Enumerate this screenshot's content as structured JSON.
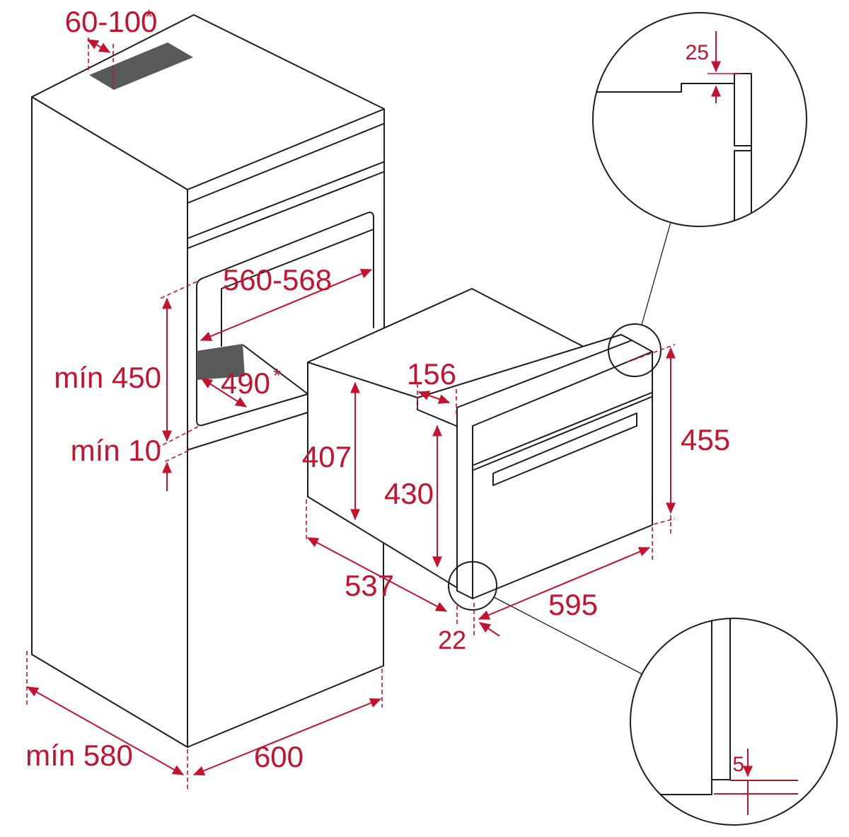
{
  "diagram": {
    "type": "installation-dimension-diagram",
    "subject": "built-in compact oven in tall cabinet niche",
    "accent_color": "#C4122F",
    "line_color": "#1D1D1F",
    "shade_color": "#58595B",
    "footnote_mark": "*",
    "dimensions": {
      "vent_top": "60-100",
      "niche_width": "560-568",
      "niche_height_min": "mín 450",
      "bottom_gap_min": "mín 10",
      "niche_depth": "490",
      "oven_body_height": "407",
      "oven_front_section_height": "430",
      "oven_top_recess_depth": "156",
      "oven_front_height": "455",
      "oven_body_depth": "537",
      "oven_front_width": "595",
      "frame_thickness": "22",
      "cabinet_depth_min": "mín 580",
      "cabinet_width": "600",
      "detail_top_clearance": "25",
      "detail_bottom_clearance": "5"
    }
  }
}
